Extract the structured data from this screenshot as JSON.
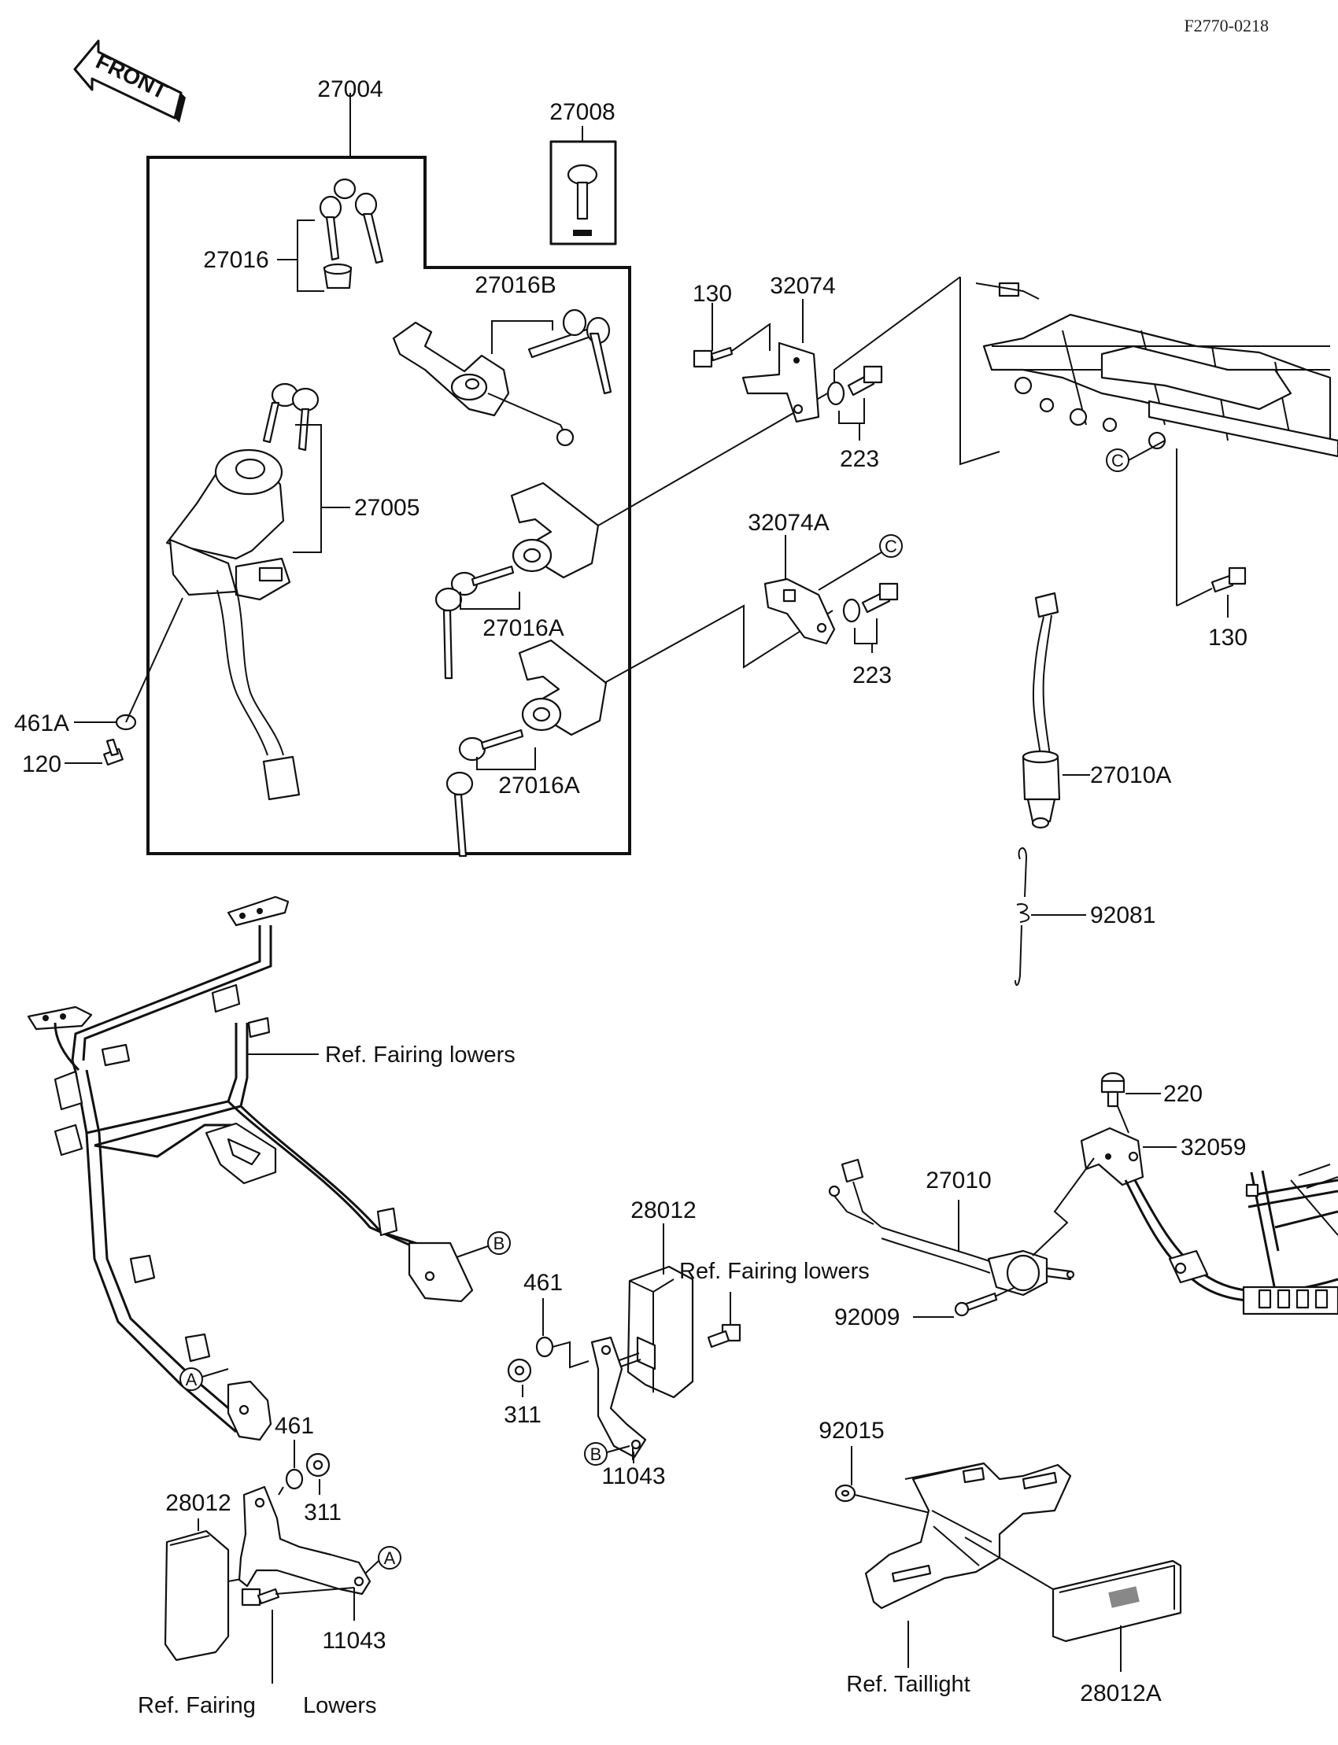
{
  "doc_code": "F2770-0218",
  "front_arrow": "FRONT",
  "parts": {
    "p27004": "27004",
    "p27008": "27008",
    "p27016": "27016",
    "p27016B": "27016B",
    "p27005": "27005",
    "p27016A_1": "27016A",
    "p27016A_2": "27016A",
    "p461A": "461A",
    "p120": "120",
    "p130_top": "130",
    "p32074": "32074",
    "p223_top": "223",
    "p32074A": "32074A",
    "p223_mid": "223",
    "p130_right": "130",
    "p27010A": "27010A",
    "p92081": "92081",
    "p220": "220",
    "p32059": "32059",
    "p27010": "27010",
    "p92009": "92009",
    "p28012_mid": "28012",
    "p461_mid": "461",
    "p311_mid": "311",
    "p11043_mid": "11043",
    "p461_low": "461",
    "p311_low": "311",
    "p28012_low": "28012",
    "p11043_low": "11043",
    "p92015": "92015",
    "p28012A": "28012A"
  },
  "refs": {
    "fairing_lowers_1": "Ref. Fairing lowers",
    "fairing_lowers_2": "Ref. Fairing lowers",
    "taillight": "Ref. Taillight",
    "fairing_a": "Ref. Fairing",
    "lowers_b": "Lowers"
  },
  "callouts": {
    "c_top": "C",
    "c_mid": "C",
    "b_frame": "B",
    "b_bracket": "B",
    "a_frame": "A",
    "a_bracket": "A"
  }
}
